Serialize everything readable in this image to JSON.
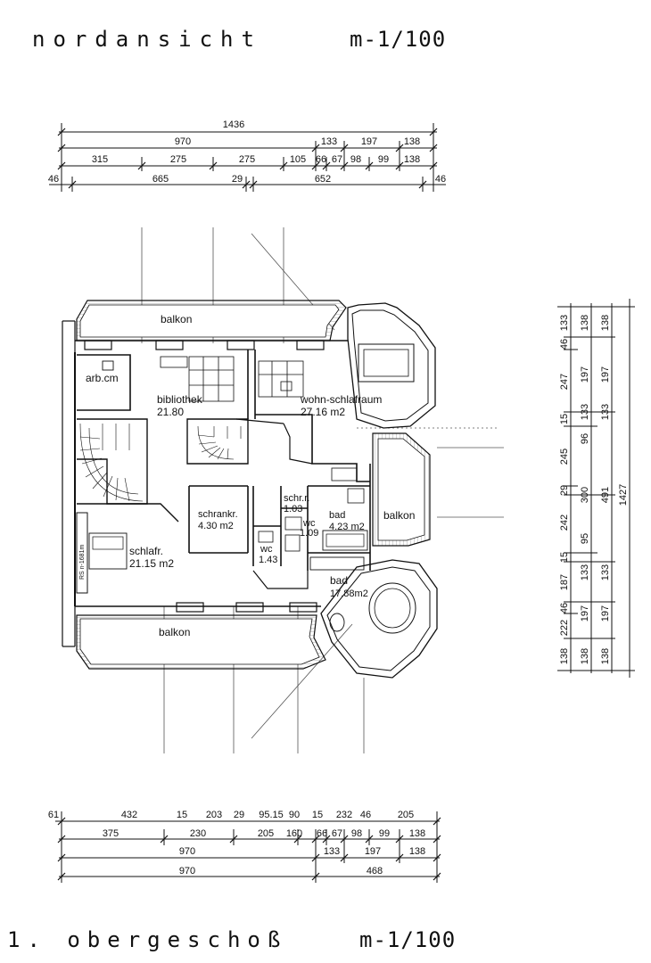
{
  "header": {
    "title": "nordansicht",
    "scale": "m-1/100"
  },
  "footer": {
    "title": "1. obergeschoß",
    "scale": "m-1/100"
  },
  "top_dims": {
    "row1": [
      "1436"
    ],
    "row2": [
      "970",
      "133",
      "197",
      "138"
    ],
    "row3": [
      "315",
      "275",
      "275",
      "105",
      "66",
      "67",
      "98",
      "99",
      "138"
    ],
    "row4": [
      "46",
      "665",
      "29",
      "652",
      "46"
    ]
  },
  "bottom_dims": {
    "row1": [
      "61",
      "432",
      "15",
      "203",
      "29",
      "95.15",
      "90",
      "15",
      "232",
      "46",
      "205"
    ],
    "row2": [
      "375",
      "230",
      "205",
      "160",
      "66",
      "67",
      "98",
      "99",
      "138"
    ],
    "row3": [
      "970",
      "133",
      "197",
      "138"
    ],
    "row4": [
      "970",
      "468"
    ]
  },
  "right_dims": {
    "col1": [
      "133",
      "46",
      "247",
      "15",
      "245",
      "29",
      "242",
      "15",
      "187",
      "46",
      "222",
      "138"
    ],
    "col2": [
      "138",
      "197",
      "133",
      "96",
      "300",
      "95",
      "133",
      "197",
      "138"
    ],
    "col3": [
      "138",
      "197",
      "133",
      "491",
      "133",
      "197",
      "138"
    ],
    "col4": [
      "1427"
    ]
  },
  "rooms": {
    "balkon_north": "balkon",
    "arb": "arb.cm",
    "bibliothek": "bibliothek",
    "bibliothek_area": "21.80",
    "wohn": "wohn-schlafraum",
    "wohn_area": "27.16 m2",
    "schrankr": "schrankr.",
    "schrankr_area": "4.30 m2",
    "schrr": "schr.r.",
    "schrr_area": "1.03",
    "bad_small": "bad",
    "bad_small_area": "4.23 m2",
    "wc1": "wc",
    "wc1_area": "1.09",
    "wc2": "wc",
    "wc2_area": "1.43",
    "balkon_east": "balkon",
    "schlafr": "schlafr.",
    "schlafr_area": "21.15 m2",
    "bed_label": "RS n-1681m",
    "bad_large": "bad",
    "bad_large_area": "17.88m2",
    "balkon_south": "balkon"
  }
}
